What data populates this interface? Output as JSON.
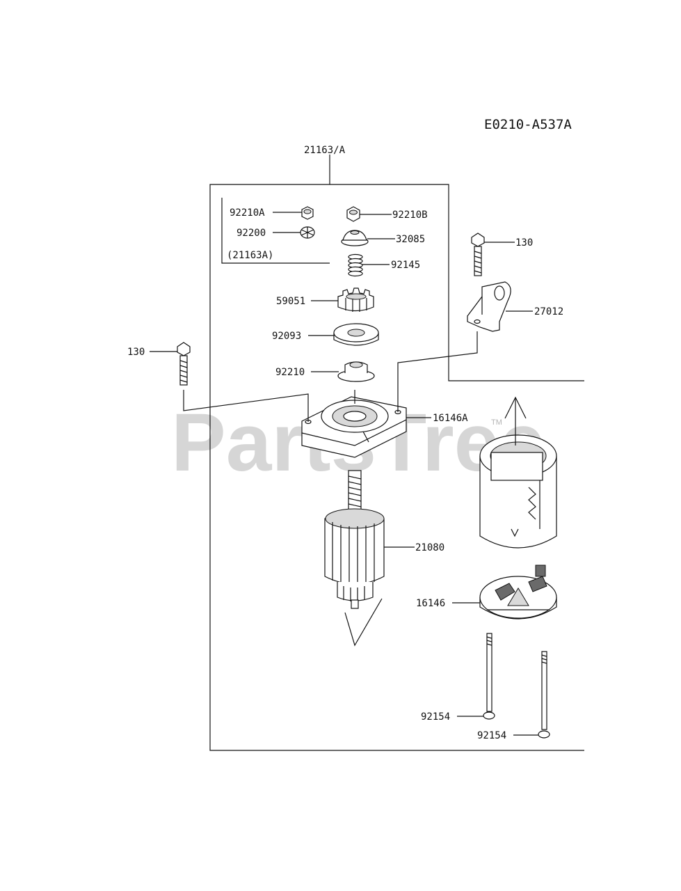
{
  "diagram_code": "E0210-A537A",
  "watermark": "PartsTree",
  "trademark": "TM",
  "assembly_label": "21163/A",
  "subassembly_label": "(21163A)",
  "parts": [
    {
      "id": "92210A",
      "name": "nut-a"
    },
    {
      "id": "92210B",
      "name": "nut-b"
    },
    {
      "id": "92200",
      "name": "washer-92200"
    },
    {
      "id": "32085",
      "name": "cap-32085"
    },
    {
      "id": "92145",
      "name": "spring-92145"
    },
    {
      "id": "59051",
      "name": "pinion-gear-59051"
    },
    {
      "id": "92093",
      "name": "seal-washer-92093"
    },
    {
      "id": "92210",
      "name": "nut-92210"
    },
    {
      "id": "16146A",
      "name": "front-cover-16146a"
    },
    {
      "id": "21080",
      "name": "armature-21080"
    },
    {
      "id": "16146",
      "name": "brush-holder-16146"
    },
    {
      "id": "130",
      "name": "bolt-130-right"
    },
    {
      "id": "27012",
      "name": "bracket-27012"
    },
    {
      "id": "130",
      "name": "bolt-130-left"
    },
    {
      "id": "92154",
      "name": "through-bolt-92154-a"
    },
    {
      "id": "92154",
      "name": "through-bolt-92154-b"
    }
  ]
}
